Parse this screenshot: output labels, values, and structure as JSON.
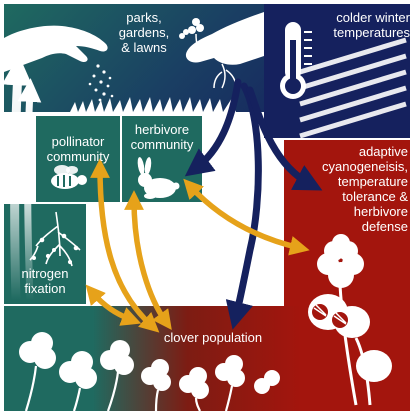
{
  "labels": {
    "parks": "parks,\ngardens,\n& lawns",
    "colder": "colder winter\ntemperatures",
    "pollinator": "pollinator\ncommunity",
    "herbivore": "herbivore\ncommunity",
    "adaptive": "adaptive\ncyanogeneisis,\ntemperature\ntolerance &\nherbivore\ndefense",
    "nitrogen": "nitrogen\nfixation",
    "clover": "clover population"
  },
  "colors": {
    "navy": "#15215e",
    "teal": "#1f6a60",
    "red": "#a3150d",
    "gold": "#e6a21a",
    "white": "#ffffff"
  },
  "icons": [
    "hand-sprinkling-seed-icon",
    "hand-holding-seedling-icon",
    "thermometer-icon",
    "bee-icon",
    "rabbit-icon",
    "root-nodules-icon",
    "clover-flower-icon",
    "dna-icon",
    "clover-leaves-icon"
  ]
}
